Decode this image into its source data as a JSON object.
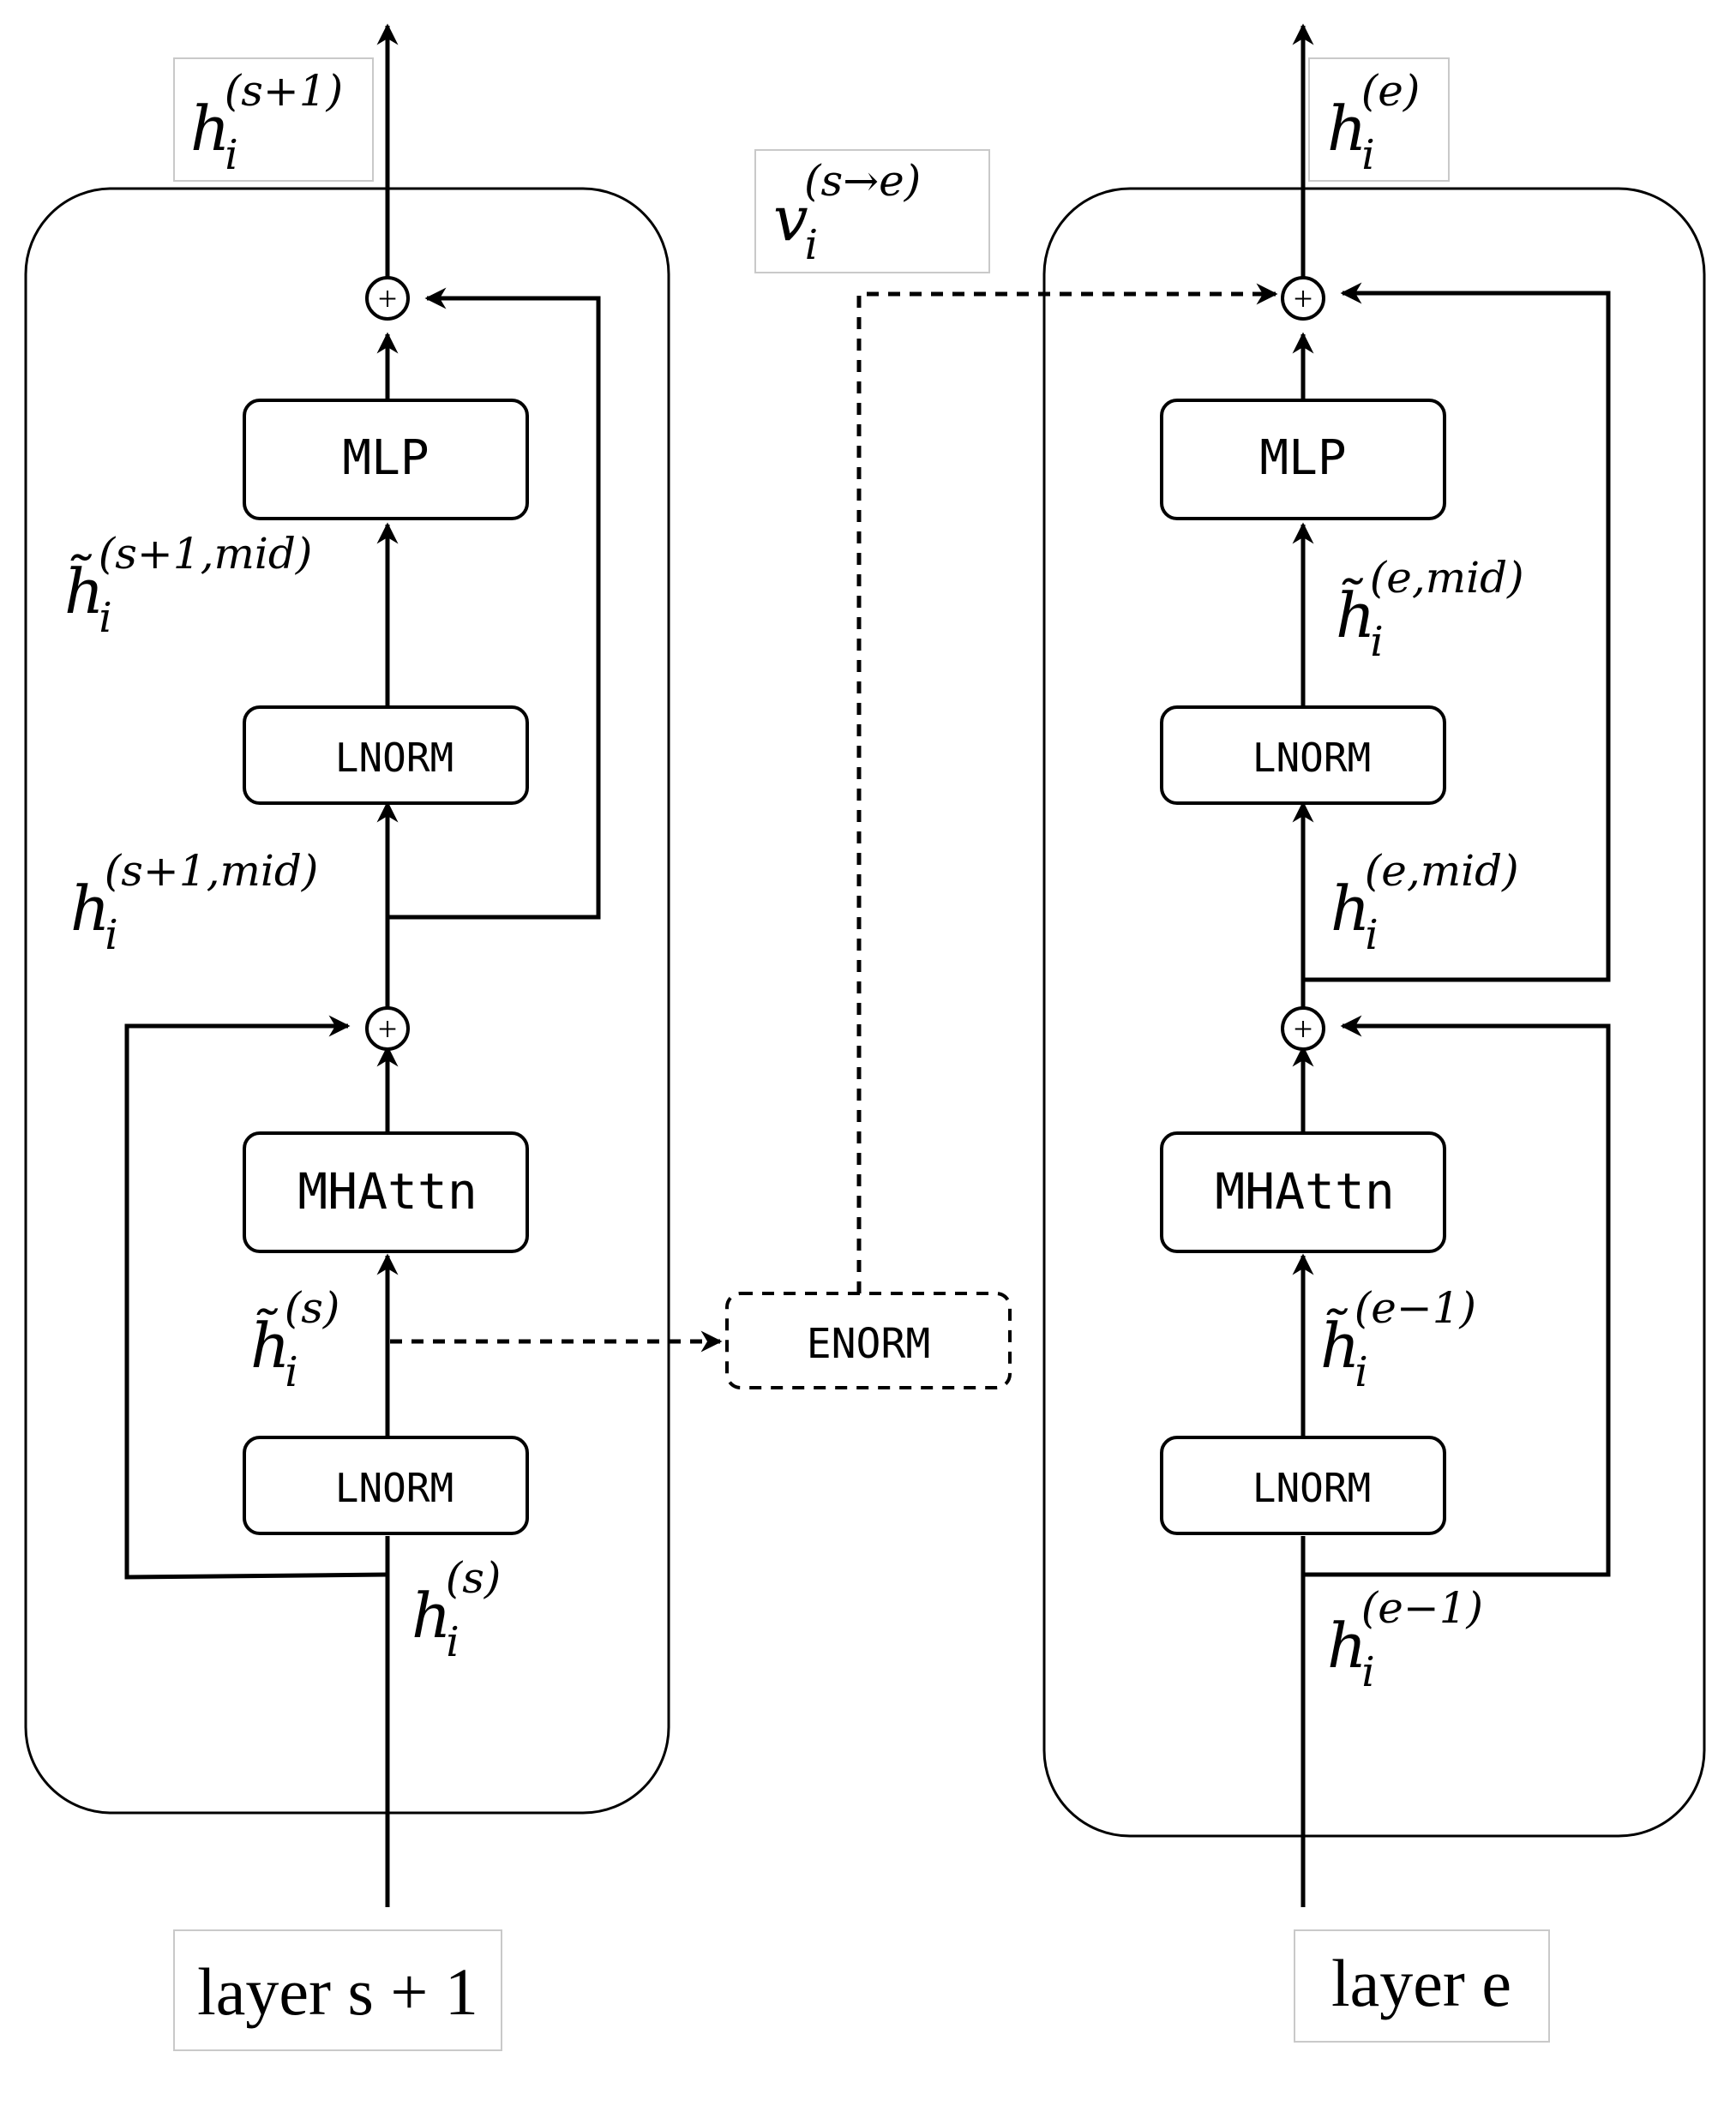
{
  "left_block": {
    "caption": "layer s + 1",
    "modules": {
      "mlp": "MLP",
      "lnorm_upper": "LNORM",
      "mhattn": "MHAttn",
      "lnorm_lower": "LNORM"
    },
    "labels": {
      "output": {
        "base": "h",
        "sub": "i",
        "sup": "(s+1)"
      },
      "mlp_in": {
        "base": "h̃",
        "sub": "i",
        "sup": "(s+1,mid)"
      },
      "mid": {
        "base": "h",
        "sub": "i",
        "sup": "(s+1,mid)"
      },
      "attn_in": {
        "base": "h̃",
        "sub": "i",
        "sup": "(s)"
      },
      "input": {
        "base": "h",
        "sub": "i",
        "sup": "(s)"
      }
    },
    "sum_symbol": "+"
  },
  "right_block": {
    "caption": "layer e",
    "modules": {
      "mlp": "MLP",
      "lnorm_upper": "LNORM",
      "mhattn": "MHAttn",
      "lnorm_lower": "LNORM"
    },
    "labels": {
      "output": {
        "base": "h",
        "sub": "i",
        "sup": "(e)"
      },
      "mlp_in": {
        "base": "h̃",
        "sub": "i",
        "sup": "(e,mid)"
      },
      "mid": {
        "base": "h",
        "sub": "i",
        "sup": "(e,mid)"
      },
      "attn_in": {
        "base": "h̃",
        "sub": "i",
        "sup": "(e−1)"
      },
      "input": {
        "base": "h",
        "sub": "i",
        "sup": "(e−1)"
      }
    },
    "sum_symbol": "+"
  },
  "bridge": {
    "enorm": "ENORM",
    "vector": {
      "base": "v",
      "sub": "i",
      "sup": "(s→e)"
    }
  }
}
